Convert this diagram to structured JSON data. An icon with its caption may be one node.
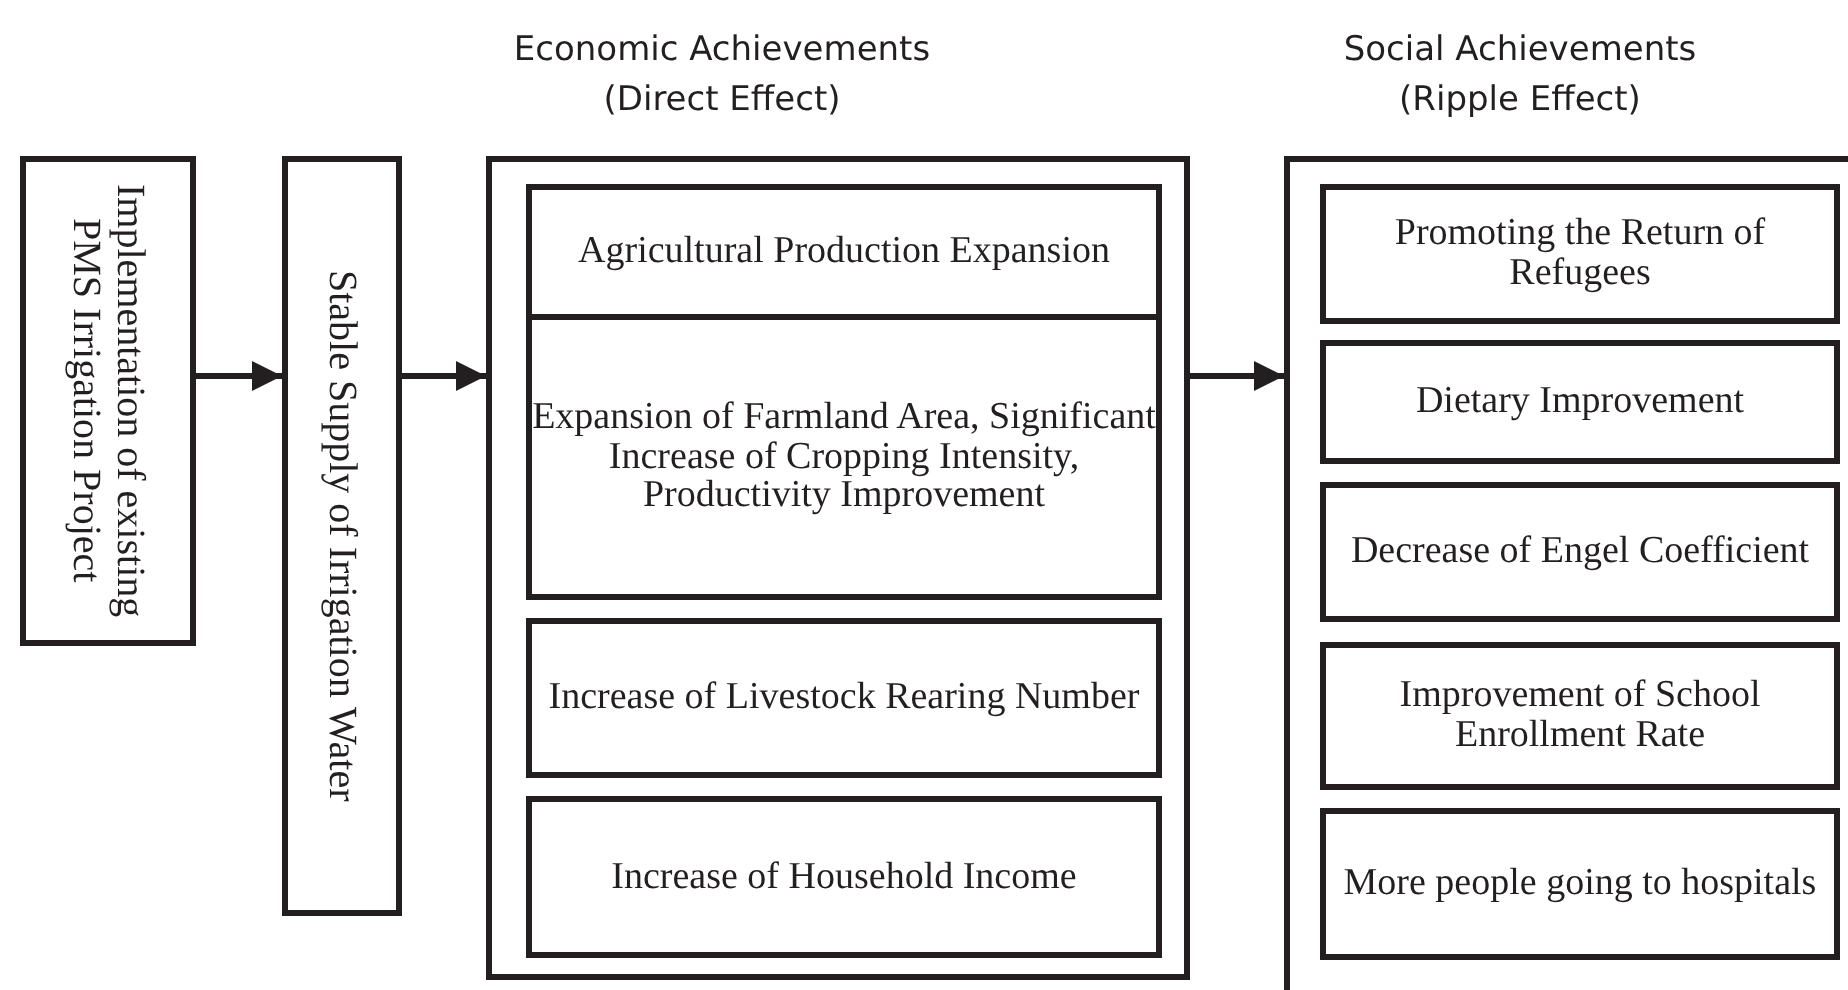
{
  "diagram": {
    "nodes": [
      {
        "text": [
          "Implementation of existing PMS Irrigation Project"
        ]
      },
      {
        "text": [
          "Stable Supply of Irrigation Water"
        ]
      },
      {
        "text": [
          "Economic Achievements (Direct Effect)"
        ]
      },
      {
        "text": [
          "Agricultural Production Expansion"
        ],
        "in": 2
      },
      {
        "text": [
          "Expansion of Farmland Area, Significant Increase of Cropping Intensity, Productivity Improvement"
        ],
        "in": 2
      },
      {
        "text": [
          "Increase of Livestock Rearing Number"
        ],
        "in": 2
      },
      {
        "text": [
          "Increase of Household Income"
        ],
        "in": 2
      },
      {
        "text": [
          "Social Achievements (Ripple Effect)"
        ]
      },
      {
        "text": [
          "Promoting the Return of Refugees"
        ],
        "in": 7
      },
      {
        "text": [
          "Dietary Improvement"
        ],
        "in": 7
      },
      {
        "text": [
          "Decrease of Engel Coefficient"
        ],
        "in": 7
      },
      {
        "text": [
          "Improvement of School Enrollment Rate"
        ],
        "in": 7
      },
      {
        "text": [
          "More people going to hospitals"
        ],
        "in": 7
      }
    ],
    "edges": [
      {
        "from": 0,
        "to": 1,
        "arrow": "to"
      },
      {
        "from": 1,
        "to": 2,
        "arrow": "to"
      },
      {
        "from": 2,
        "to": 7,
        "arrow": "to"
      }
    ]
  }
}
